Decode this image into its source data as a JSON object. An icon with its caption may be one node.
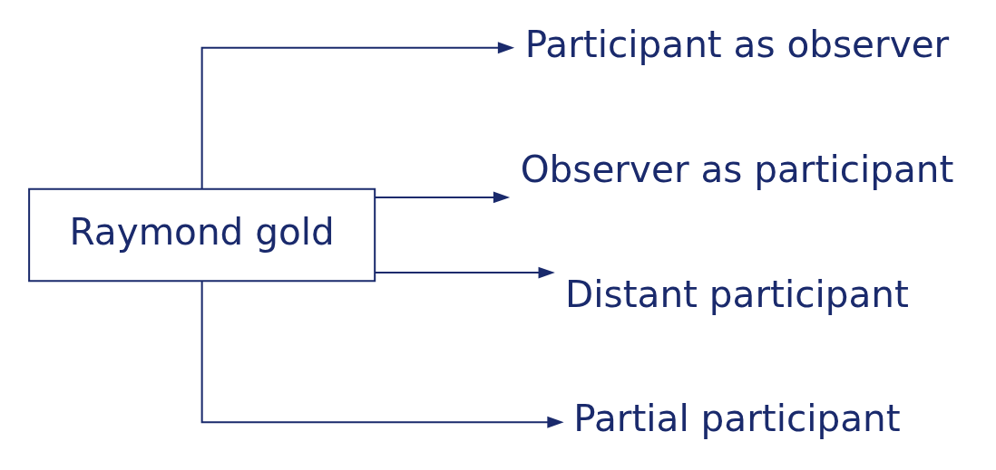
{
  "diagram": {
    "nodes": [
      {
        "text": [
          "Raymond gold"
        ]
      },
      {
        "text": [
          "Participant as observer"
        ]
      },
      {
        "text": [
          "Observer as participant"
        ]
      },
      {
        "text": [
          "Distant participant"
        ]
      },
      {
        "text": [
          "Partial participant"
        ]
      }
    ],
    "edges": [
      {
        "from": 0,
        "to": 1,
        "arrow": "to"
      },
      {
        "from": 0,
        "to": 2,
        "arrow": "to"
      },
      {
        "from": 0,
        "to": 3,
        "arrow": "to"
      },
      {
        "from": 0,
        "to": 4,
        "arrow": "to"
      }
    ]
  }
}
